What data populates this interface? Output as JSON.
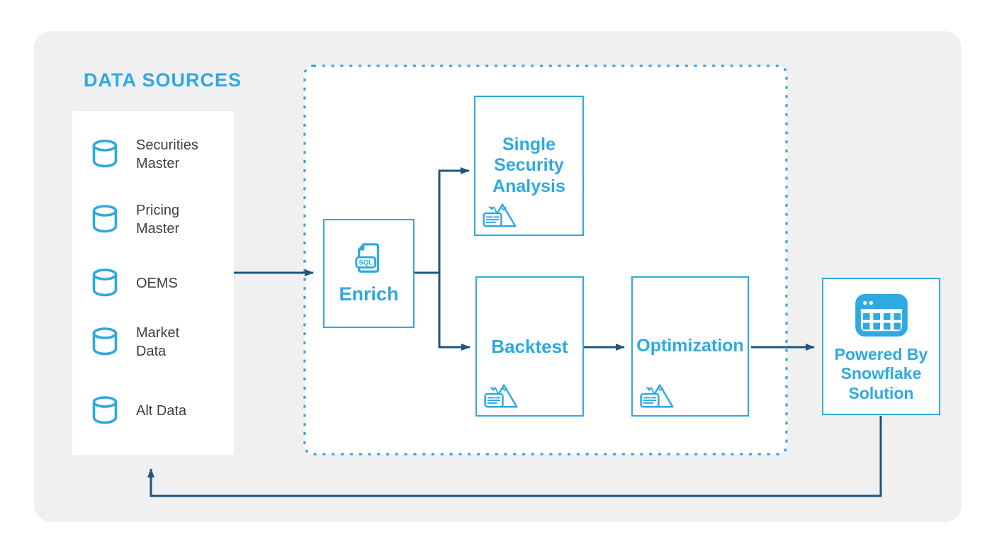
{
  "colors": {
    "accent_blue": "#2FA9E1",
    "connector_navy": "#1E567C",
    "board_gray": "#F0F0F1",
    "panel_white": "#FFFFFF",
    "label_dark": "#3F3F3F"
  },
  "data_sources": {
    "title": "DATA SOURCES",
    "items": [
      {
        "icon": "database-icon",
        "label": "Securities Master"
      },
      {
        "icon": "database-icon",
        "label": "Pricing Master"
      },
      {
        "icon": "database-icon",
        "label": "OEMS"
      },
      {
        "icon": "database-icon",
        "label": "Market Data"
      },
      {
        "icon": "database-icon",
        "label": "Alt Data"
      }
    ]
  },
  "pipeline": {
    "enrich": {
      "label": "Enrich",
      "icon": "sql-file-icon",
      "icon_badge": "SQL"
    },
    "single_security_analysis": {
      "label": "Single Security Analysis",
      "icon": "mountain-report-icon"
    },
    "backtest": {
      "label": "Backtest",
      "icon": "mountain-report-icon"
    },
    "optimization": {
      "label": "Optimization",
      "icon": "mountain-report-icon"
    }
  },
  "solution": {
    "label": "Powered By Snowflake Solution",
    "icon": "app-window-grid-icon"
  },
  "flows": [
    {
      "from": "data-sources",
      "to": "enrich"
    },
    {
      "from": "enrich",
      "to": "single-security-analysis"
    },
    {
      "from": "enrich",
      "to": "backtest"
    },
    {
      "from": "backtest",
      "to": "optimization"
    },
    {
      "from": "optimization",
      "to": "powered-by-snowflake-solution"
    },
    {
      "from": "powered-by-snowflake-solution",
      "to": "data-sources",
      "type": "feedback"
    }
  ]
}
